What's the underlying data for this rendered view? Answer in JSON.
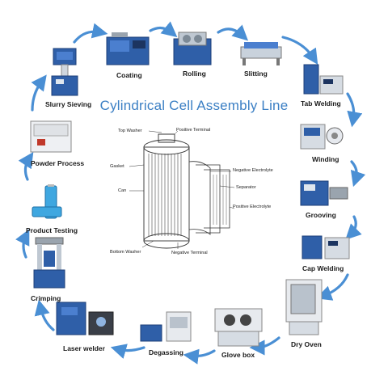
{
  "title": "Cylindrical Cell Assembly Line",
  "colors": {
    "arrow": "#4a8fd4",
    "machine_blue": "#2f5fa8",
    "title": "#3b7fc4"
  },
  "steps": [
    {
      "label": "Coating"
    },
    {
      "label": "Rolling"
    },
    {
      "label": "Slitting"
    },
    {
      "label": "Tab Welding"
    },
    {
      "label": "Winding"
    },
    {
      "label": "Grooving"
    },
    {
      "label": "Cap Welding"
    },
    {
      "label": "Dry Oven"
    },
    {
      "label": "Glove box"
    },
    {
      "label": "Degassing"
    },
    {
      "label": "Laser welder"
    },
    {
      "label": "Crimping"
    },
    {
      "label": "Product Testing"
    },
    {
      "label": "Powder Process"
    },
    {
      "label": "Slurry Sieving"
    }
  ],
  "cell_parts": {
    "top_washer": "Top Washer",
    "positive_terminal": "Positive Terminal",
    "gasket": "Gasket",
    "negative_electrolyte": "Negative Electrolyte",
    "separator": "Separator",
    "can": "Can",
    "positive_electrolyte": "Positive Electrolyte",
    "bottom_washer": "Bottom Washer",
    "negative_terminal": "Negative Terminal"
  }
}
